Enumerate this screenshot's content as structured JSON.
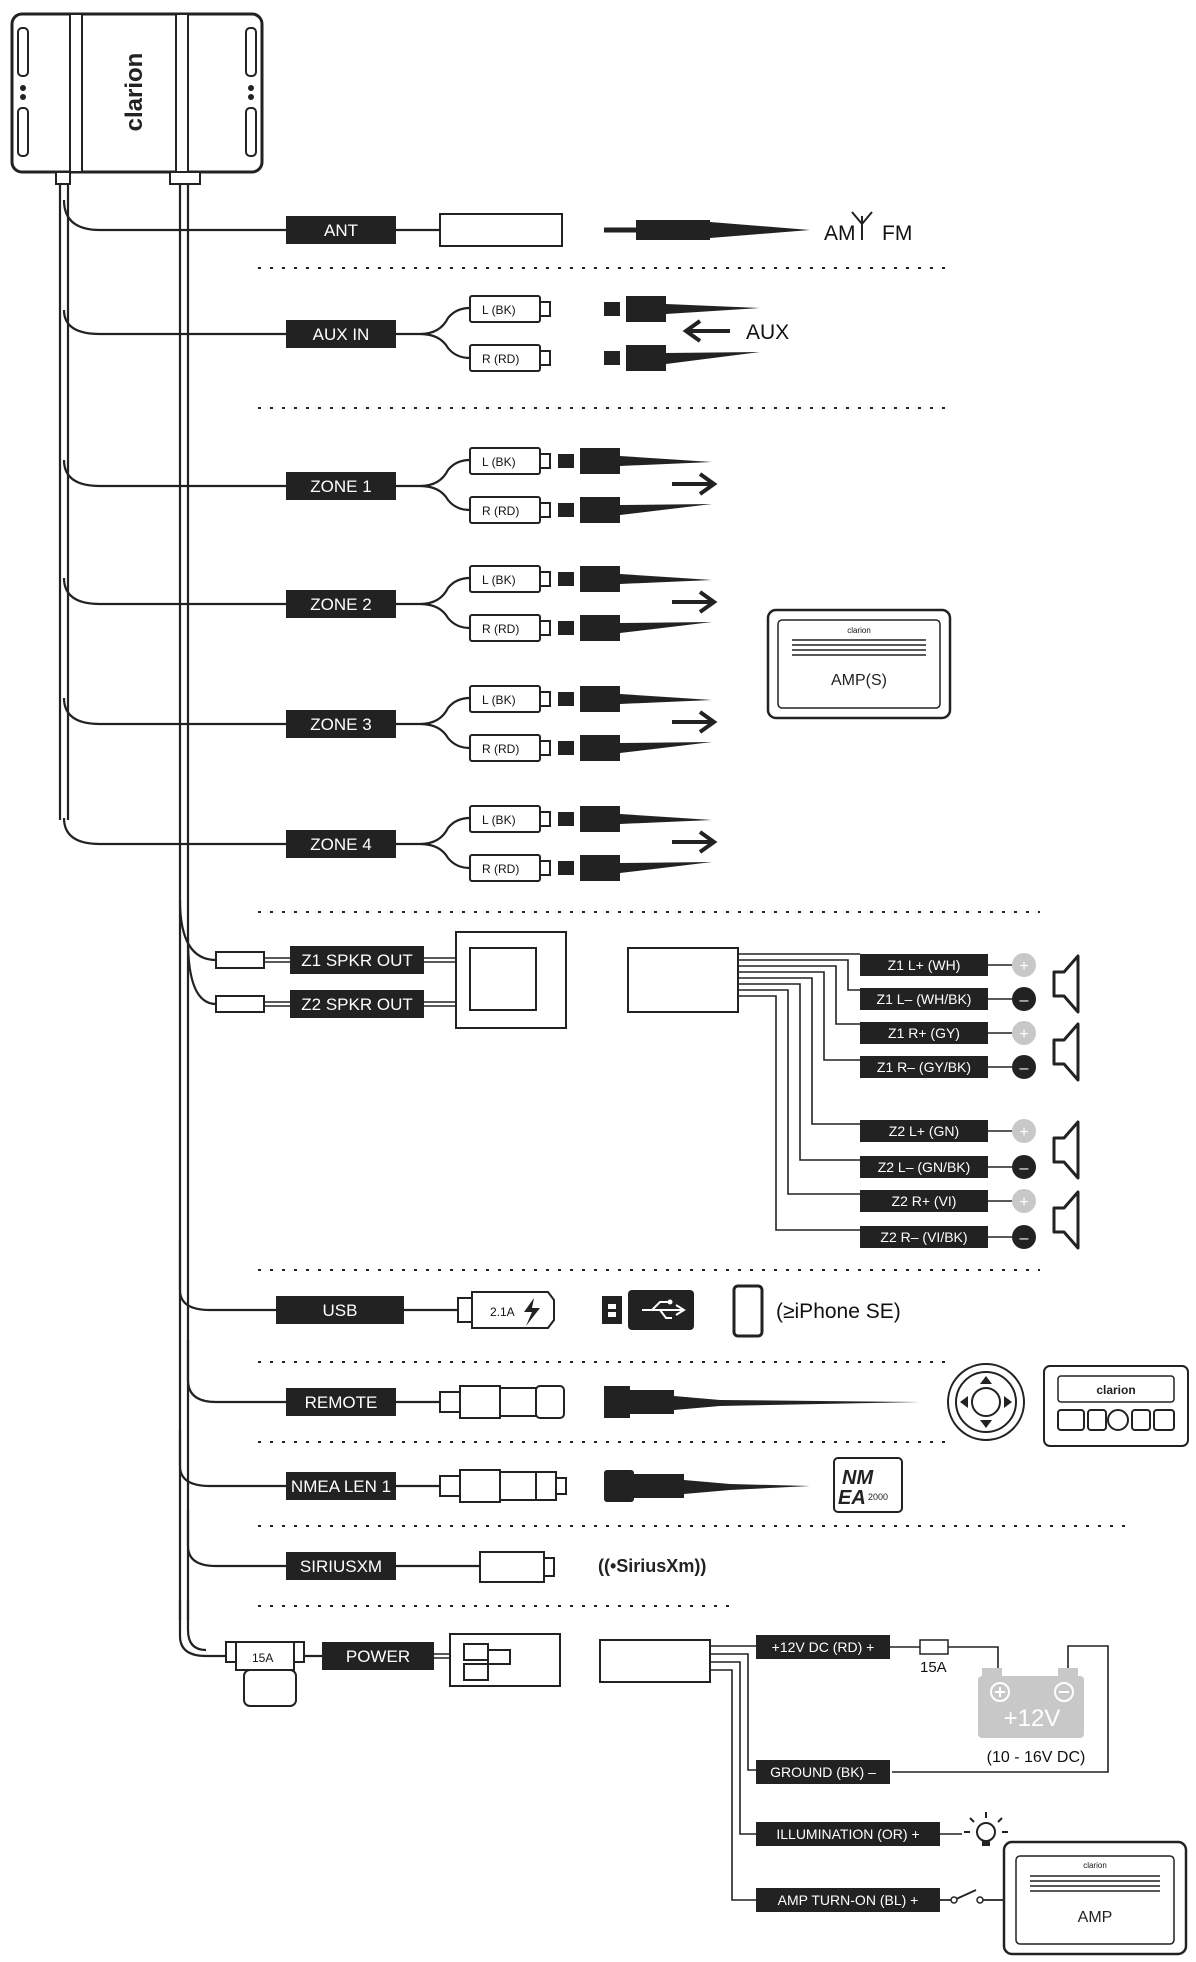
{
  "head_unit": {
    "brand": "clarion"
  },
  "connectors": {
    "ant": "ANT",
    "aux_in": "AUX IN",
    "zone1": "ZONE 1",
    "zone2": "ZONE 2",
    "zone3": "ZONE 3",
    "zone4": "ZONE 4",
    "z1_spkr_out": "Z1 SPKR OUT",
    "z2_spkr_out": "Z2 SPKR OUT",
    "usb": "USB",
    "remote": "REMOTE",
    "nmea": "NMEA LEN 1",
    "siriusxm": "SIRIUSXM",
    "power": "POWER"
  },
  "rca": {
    "left": "L (BK)",
    "right": "R (RD)"
  },
  "antenna": {
    "am": "AM",
    "fm": "FM"
  },
  "aux": "AUX",
  "amps": {
    "label": "AMP(S)",
    "brand": "clarion"
  },
  "speaker_wires": [
    {
      "label": "Z1 L+ (WH)",
      "polarity": "+"
    },
    {
      "label": "Z1 L– (WH/BK)",
      "polarity": "–"
    },
    {
      "label": "Z1 R+ (GY)",
      "polarity": "+"
    },
    {
      "label": "Z1 R– (GY/BK)",
      "polarity": "–"
    },
    {
      "label": "Z2 L+ (GN)",
      "polarity": "+"
    },
    {
      "label": "Z2 L– (GN/BK)",
      "polarity": "–"
    },
    {
      "label": "Z2 R+ (VI)",
      "polarity": "+"
    },
    {
      "label": "Z2 R– (VI/BK)",
      "polarity": "–"
    }
  ],
  "usb": {
    "current": "2.1A",
    "device": "(≥iPhone SE)"
  },
  "remote": {
    "brand": "clarion"
  },
  "nmea_logo": {
    "line1": "NM",
    "line2": "EA",
    "num": "2000"
  },
  "sirius_logo": "((•SiriusXm))",
  "power": {
    "fuse_main": "15A",
    "fuse_battery": "15A",
    "battery_label": "+12V",
    "battery_range": "(10 - 16V DC)",
    "wires": {
      "plus12": "+12V DC (RD) +",
      "ground": "GROUND (BK) –",
      "illumination": "ILLUMINATION (OR) +",
      "amp_turn_on": "AMP TURN-ON (BL) +"
    }
  },
  "amp_bottom": {
    "label": "AMP",
    "brand": "clarion"
  }
}
